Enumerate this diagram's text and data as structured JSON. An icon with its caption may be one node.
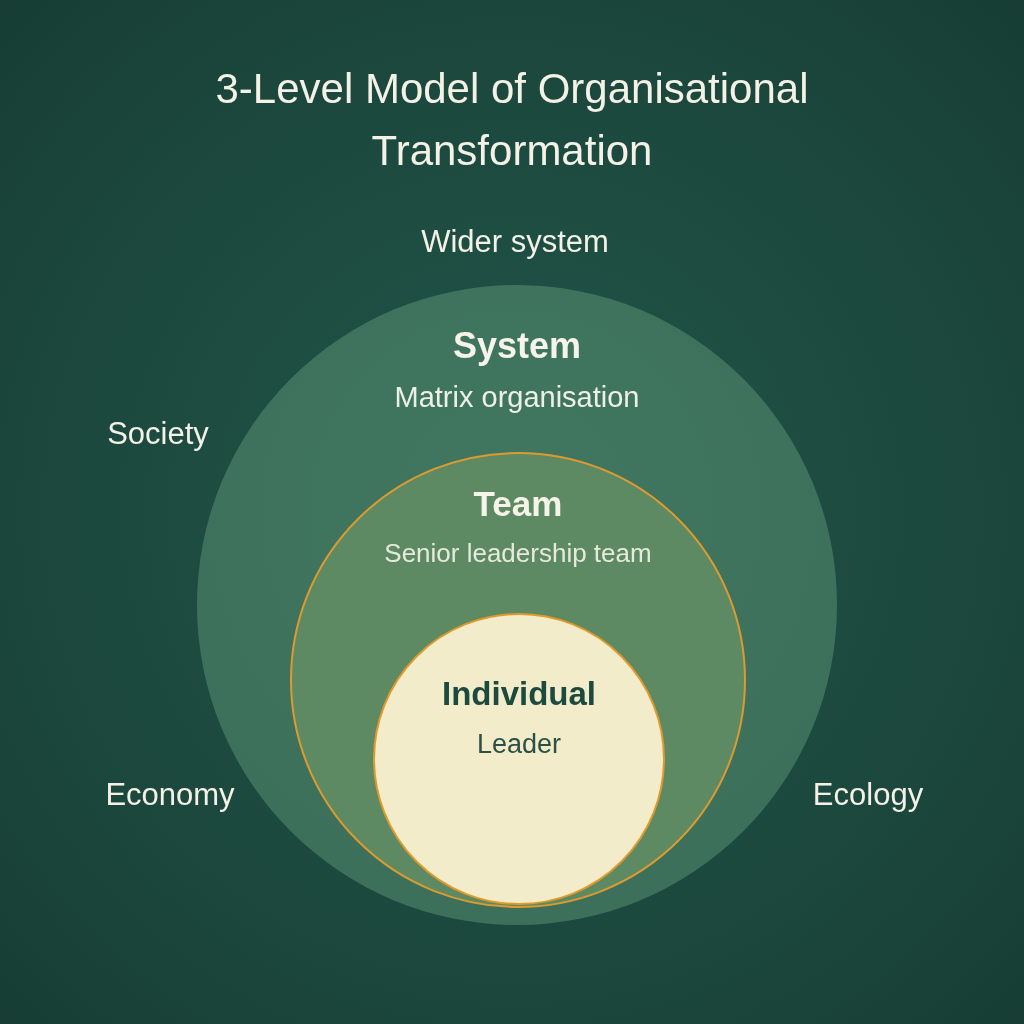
{
  "diagram": {
    "title": "3-Level Model of Organisational Transformation",
    "nodes": [
      {
        "text": [
          "System",
          "Matrix organisation"
        ]
      },
      {
        "text": [
          "Team",
          "Senior leadership team"
        ],
        "in": 0
      },
      {
        "text": [
          "Individual",
          "Leader"
        ],
        "in": 1
      }
    ],
    "labels": [
      "Wider system",
      "Society",
      "Economy",
      "Ecology"
    ]
  }
}
